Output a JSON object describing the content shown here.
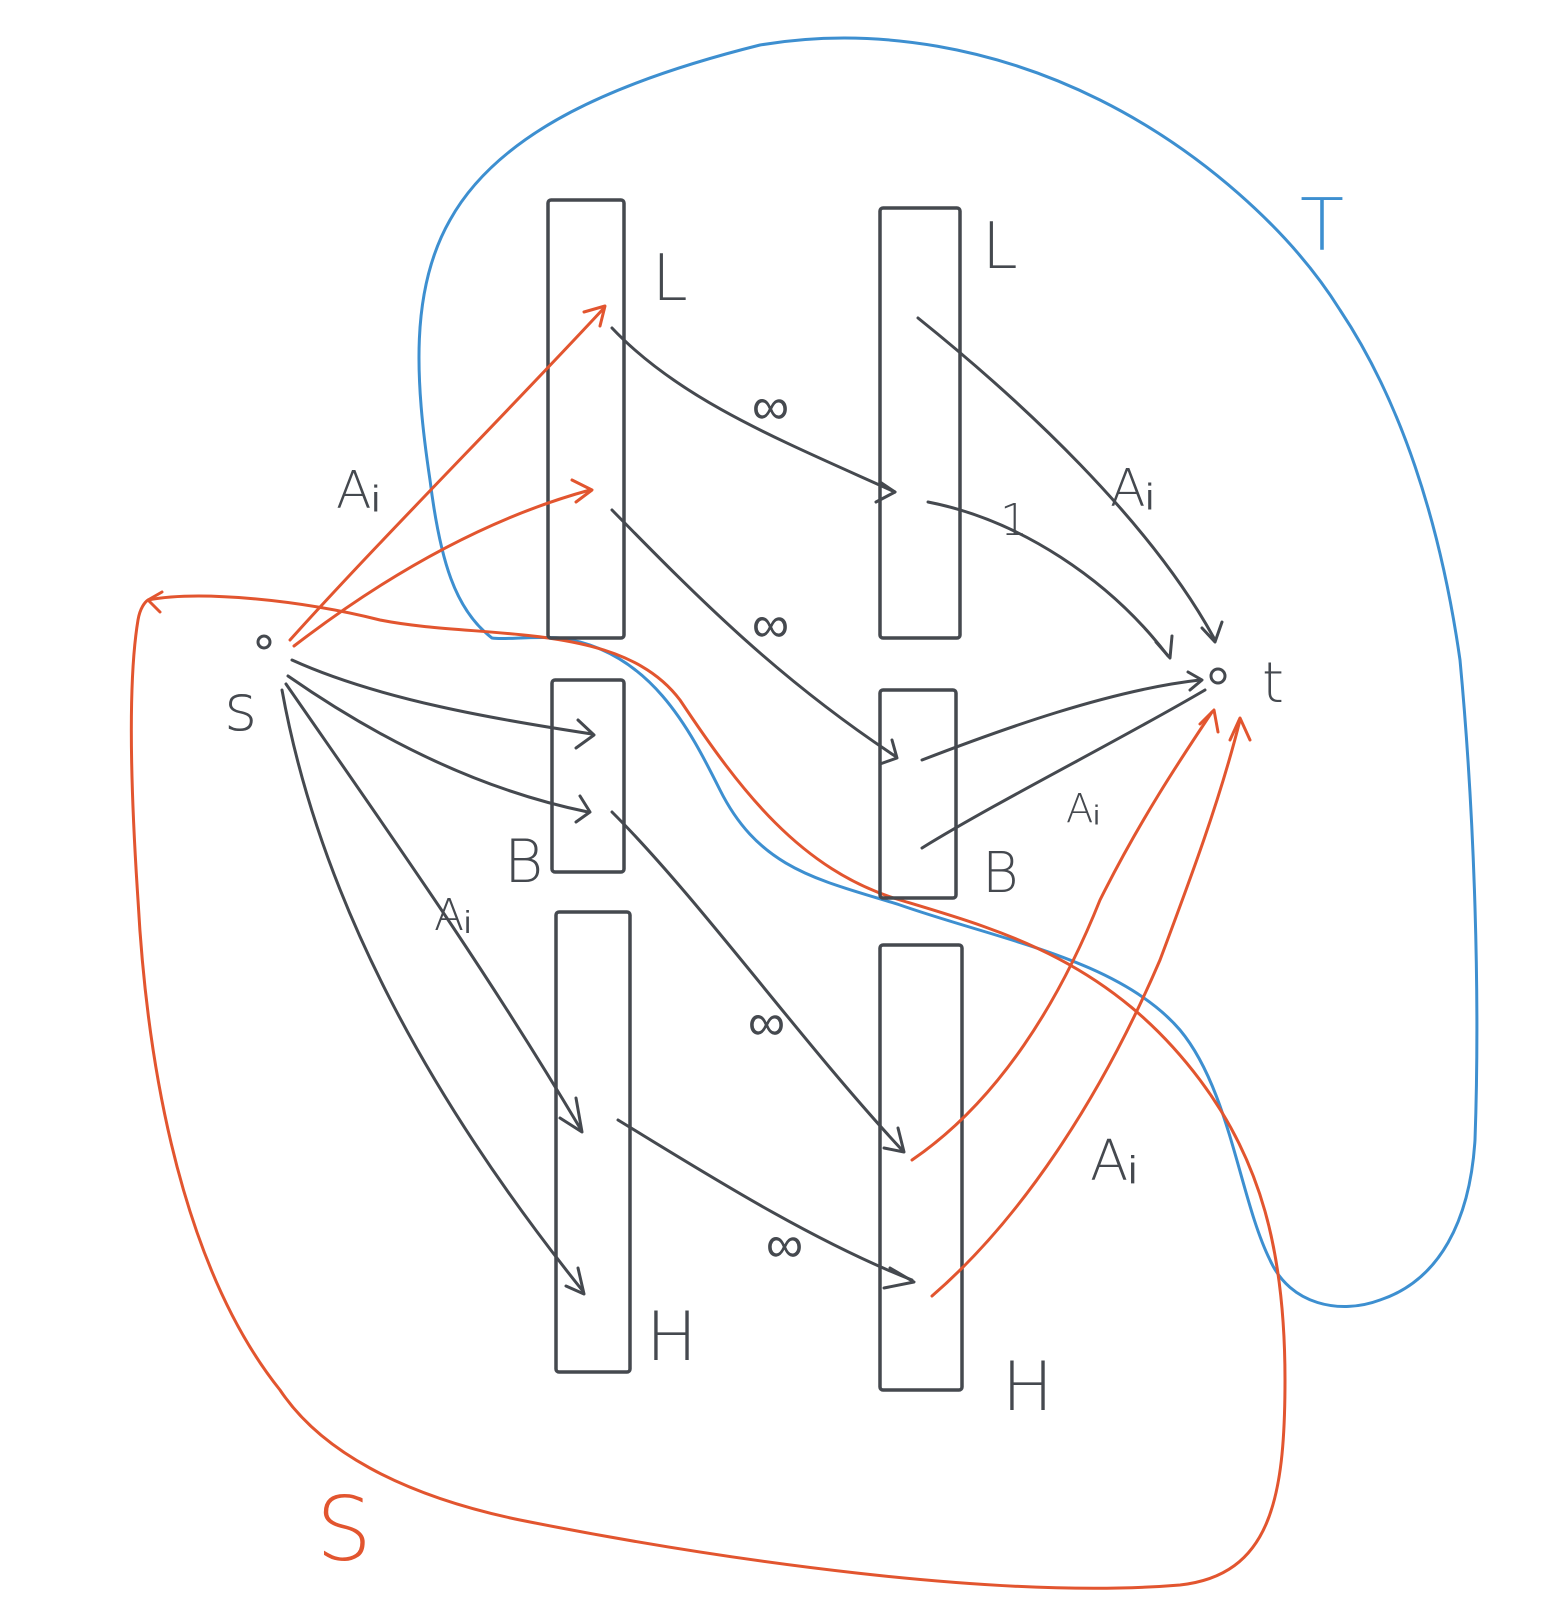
{
  "colors": {
    "ink": "#45494f",
    "orange": "#e2552f",
    "blue": "#3d8fd0",
    "background": "#ffffff"
  },
  "labels": {
    "source": "s",
    "sink": "t",
    "source_set": "S",
    "sink_set": "T",
    "left_L": "L",
    "right_L": "L",
    "left_B": "B",
    "right_B": "B",
    "left_H": "H",
    "right_H": "H",
    "cap_left_upper": "Aᵢ",
    "cap_right_upper": "Aᵢ",
    "cap_left_lower": "Aᵢ",
    "cap_right_middle": "Aᵢ",
    "cap_right_lower": "Aᵢ",
    "cap_one": "1",
    "inf_1": "∞",
    "inf_2": "∞",
    "inf_3": "∞",
    "inf_4": "∞"
  }
}
